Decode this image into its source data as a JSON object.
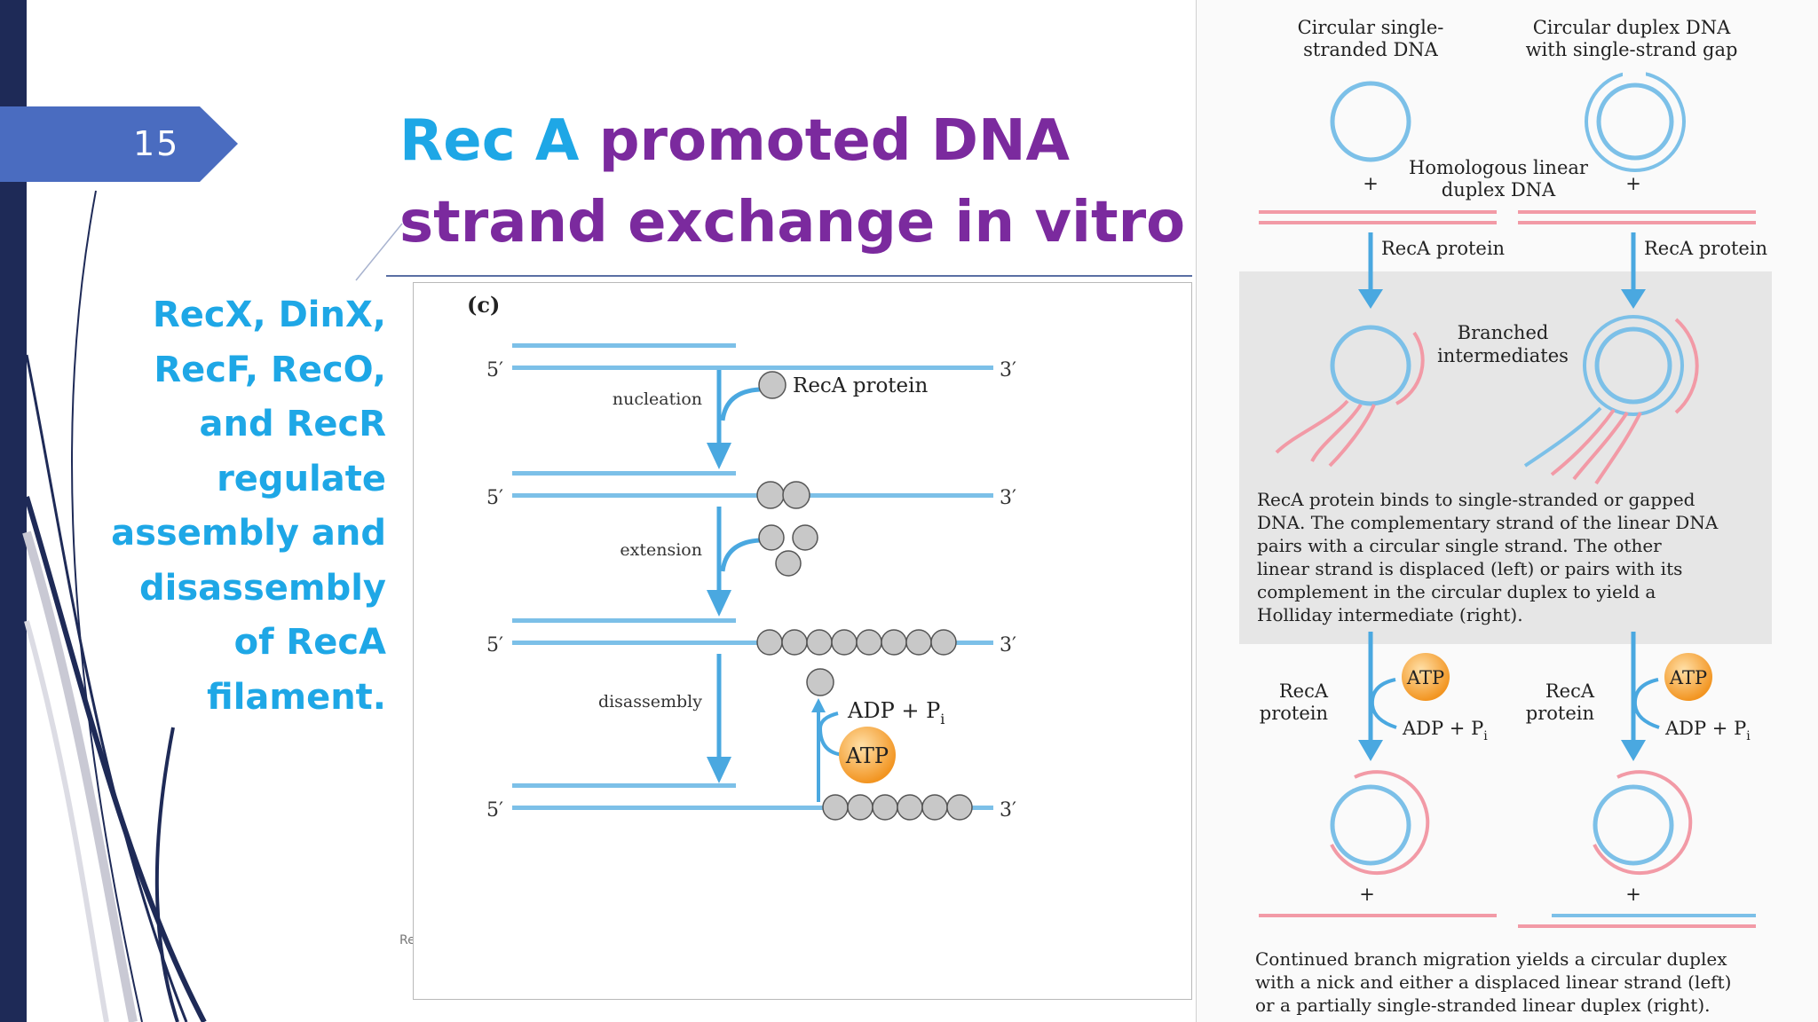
{
  "slide": {
    "number": "15",
    "title_part1": "Rec A",
    "title_part2": " promoted DNA",
    "title_line2": "strand exchange in vitro",
    "sidebar_lines": [
      "RecX, DinX,",
      "RecF, RecO,",
      "and RecR",
      "regulate",
      "assembly and",
      "disassembly",
      "of RecA",
      "filament."
    ],
    "footer_fragment": "Re"
  },
  "figure_c": {
    "panel_label": "(c)",
    "five_prime": "5′",
    "three_prime": "3′",
    "recA_label": "RecA protein",
    "steps": [
      "nucleation",
      "extension",
      "disassembly"
    ],
    "adp_pi": "ADP + P",
    "pi_sub": "i",
    "atp": "ATP"
  },
  "figure_right": {
    "label_ss": [
      "Circular single-",
      "stranded DNA"
    ],
    "label_duplex_gap": [
      "Circular duplex DNA",
      "with single-strand gap"
    ],
    "label_linear": [
      "Homologous linear",
      "duplex DNA"
    ],
    "plus": "+",
    "recA_protein": "RecA protein",
    "branched": [
      "Branched",
      "intermediates"
    ],
    "description": [
      "RecA protein binds to single-stranded or gapped",
      "DNA.  The complementary strand of the linear DNA",
      "pairs with a circular single strand. The other",
      "linear strand is displaced (left) or pairs with its",
      "complement in the circular duplex to yield a",
      "Holliday intermediate (right)."
    ],
    "recA_two_line": [
      "RecA",
      "protein"
    ],
    "atp": "ATP",
    "adp_pi": "ADP + P",
    "pi_sub": "i",
    "caption": [
      "Continued branch migration yields a circular duplex",
      "with a nick and either a displaced linear strand (left)",
      "or a partially single-stranded linear duplex (right)."
    ]
  },
  "colors": {
    "navy": "#1e2a57",
    "tab_blue": "#4a6cc0",
    "title_purple": "#7b2a9e",
    "accent_blue": "#1ea7e6",
    "dna_blue": "#7cc0e8",
    "dna_pink": "#f29aa6",
    "arrow_blue": "#4aa8e0",
    "protein_grey": "#c8c8c8",
    "atp_orange": "#f6a23c"
  }
}
